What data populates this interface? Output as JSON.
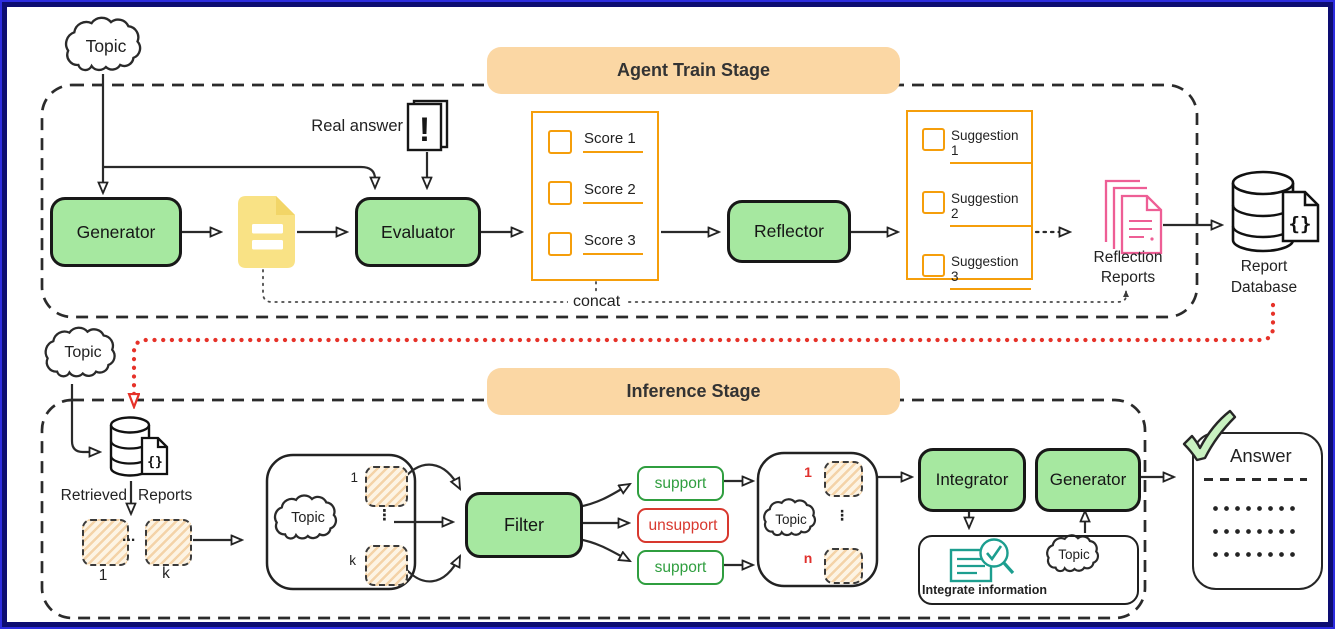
{
  "train": {
    "banner": "Agent Train Stage",
    "topic": "Topic",
    "generator": "Generator",
    "real_answer": "Real answer",
    "real_answer_mark": "!",
    "evaluator": "Evaluator",
    "scores": [
      "Score 1",
      "Score 2",
      "Score 3"
    ],
    "reflector": "Reflector",
    "suggestions": [
      "Suggestion 1",
      "Suggestion 2",
      "Suggestion 3"
    ],
    "concat_label": "concat",
    "reflection_reports": {
      "line1": "Reflection",
      "line2": "Reports"
    },
    "report_database": {
      "line1": "Report",
      "line2": "Database",
      "braces": "{}"
    }
  },
  "inference": {
    "banner": "Inference Stage",
    "topic": "Topic",
    "retrieved_db_braces": "{}",
    "retrieved_label_left": "Retrieved",
    "retrieved_label_right": "Reports",
    "retrieved_docs": {
      "first": "1",
      "ellipsis": "...",
      "last": "k"
    },
    "context_box": {
      "topic": "Topic",
      "first": "1",
      "vdots": "⋮",
      "last": "k"
    },
    "filter": "Filter",
    "labels": {
      "support_top": "support",
      "unsupport": "unsupport",
      "support_bottom": "support"
    },
    "filtered_box": {
      "topic": "Topic",
      "first": "1",
      "vdots": "⋮",
      "last": "n"
    },
    "integrator": "Integrator",
    "generator": "Generator",
    "integrate_box": {
      "caption": "Integrate information",
      "topic": "Topic"
    },
    "answer": {
      "title": "Answer"
    }
  },
  "colors": {
    "node_green": "#A6E8A0",
    "banner_orange": "#FBD7A4",
    "list_orange": "#F59E0B",
    "support_green": "#2F9E3F",
    "unsupport_red": "#D8382E",
    "flow_red": "#E63229",
    "report_pink": "#EE5E95",
    "doc_yellow": "#F9E285",
    "integrate_teal": "#1C9E8F",
    "frame_navy": "#0d0d72"
  }
}
